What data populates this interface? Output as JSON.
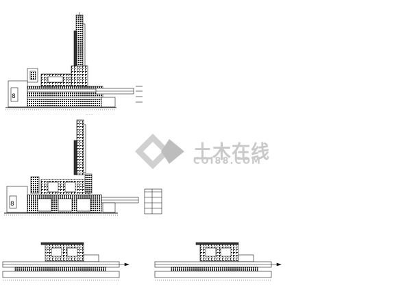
{
  "watermark": {
    "title": "土木在线",
    "subtitle": "COI88.COM",
    "color": "#c9c9c9"
  },
  "drawings": [
    {
      "name": "elevation-1"
    },
    {
      "name": "elevation-2"
    },
    {
      "name": "section-1"
    },
    {
      "name": "section-2"
    }
  ]
}
